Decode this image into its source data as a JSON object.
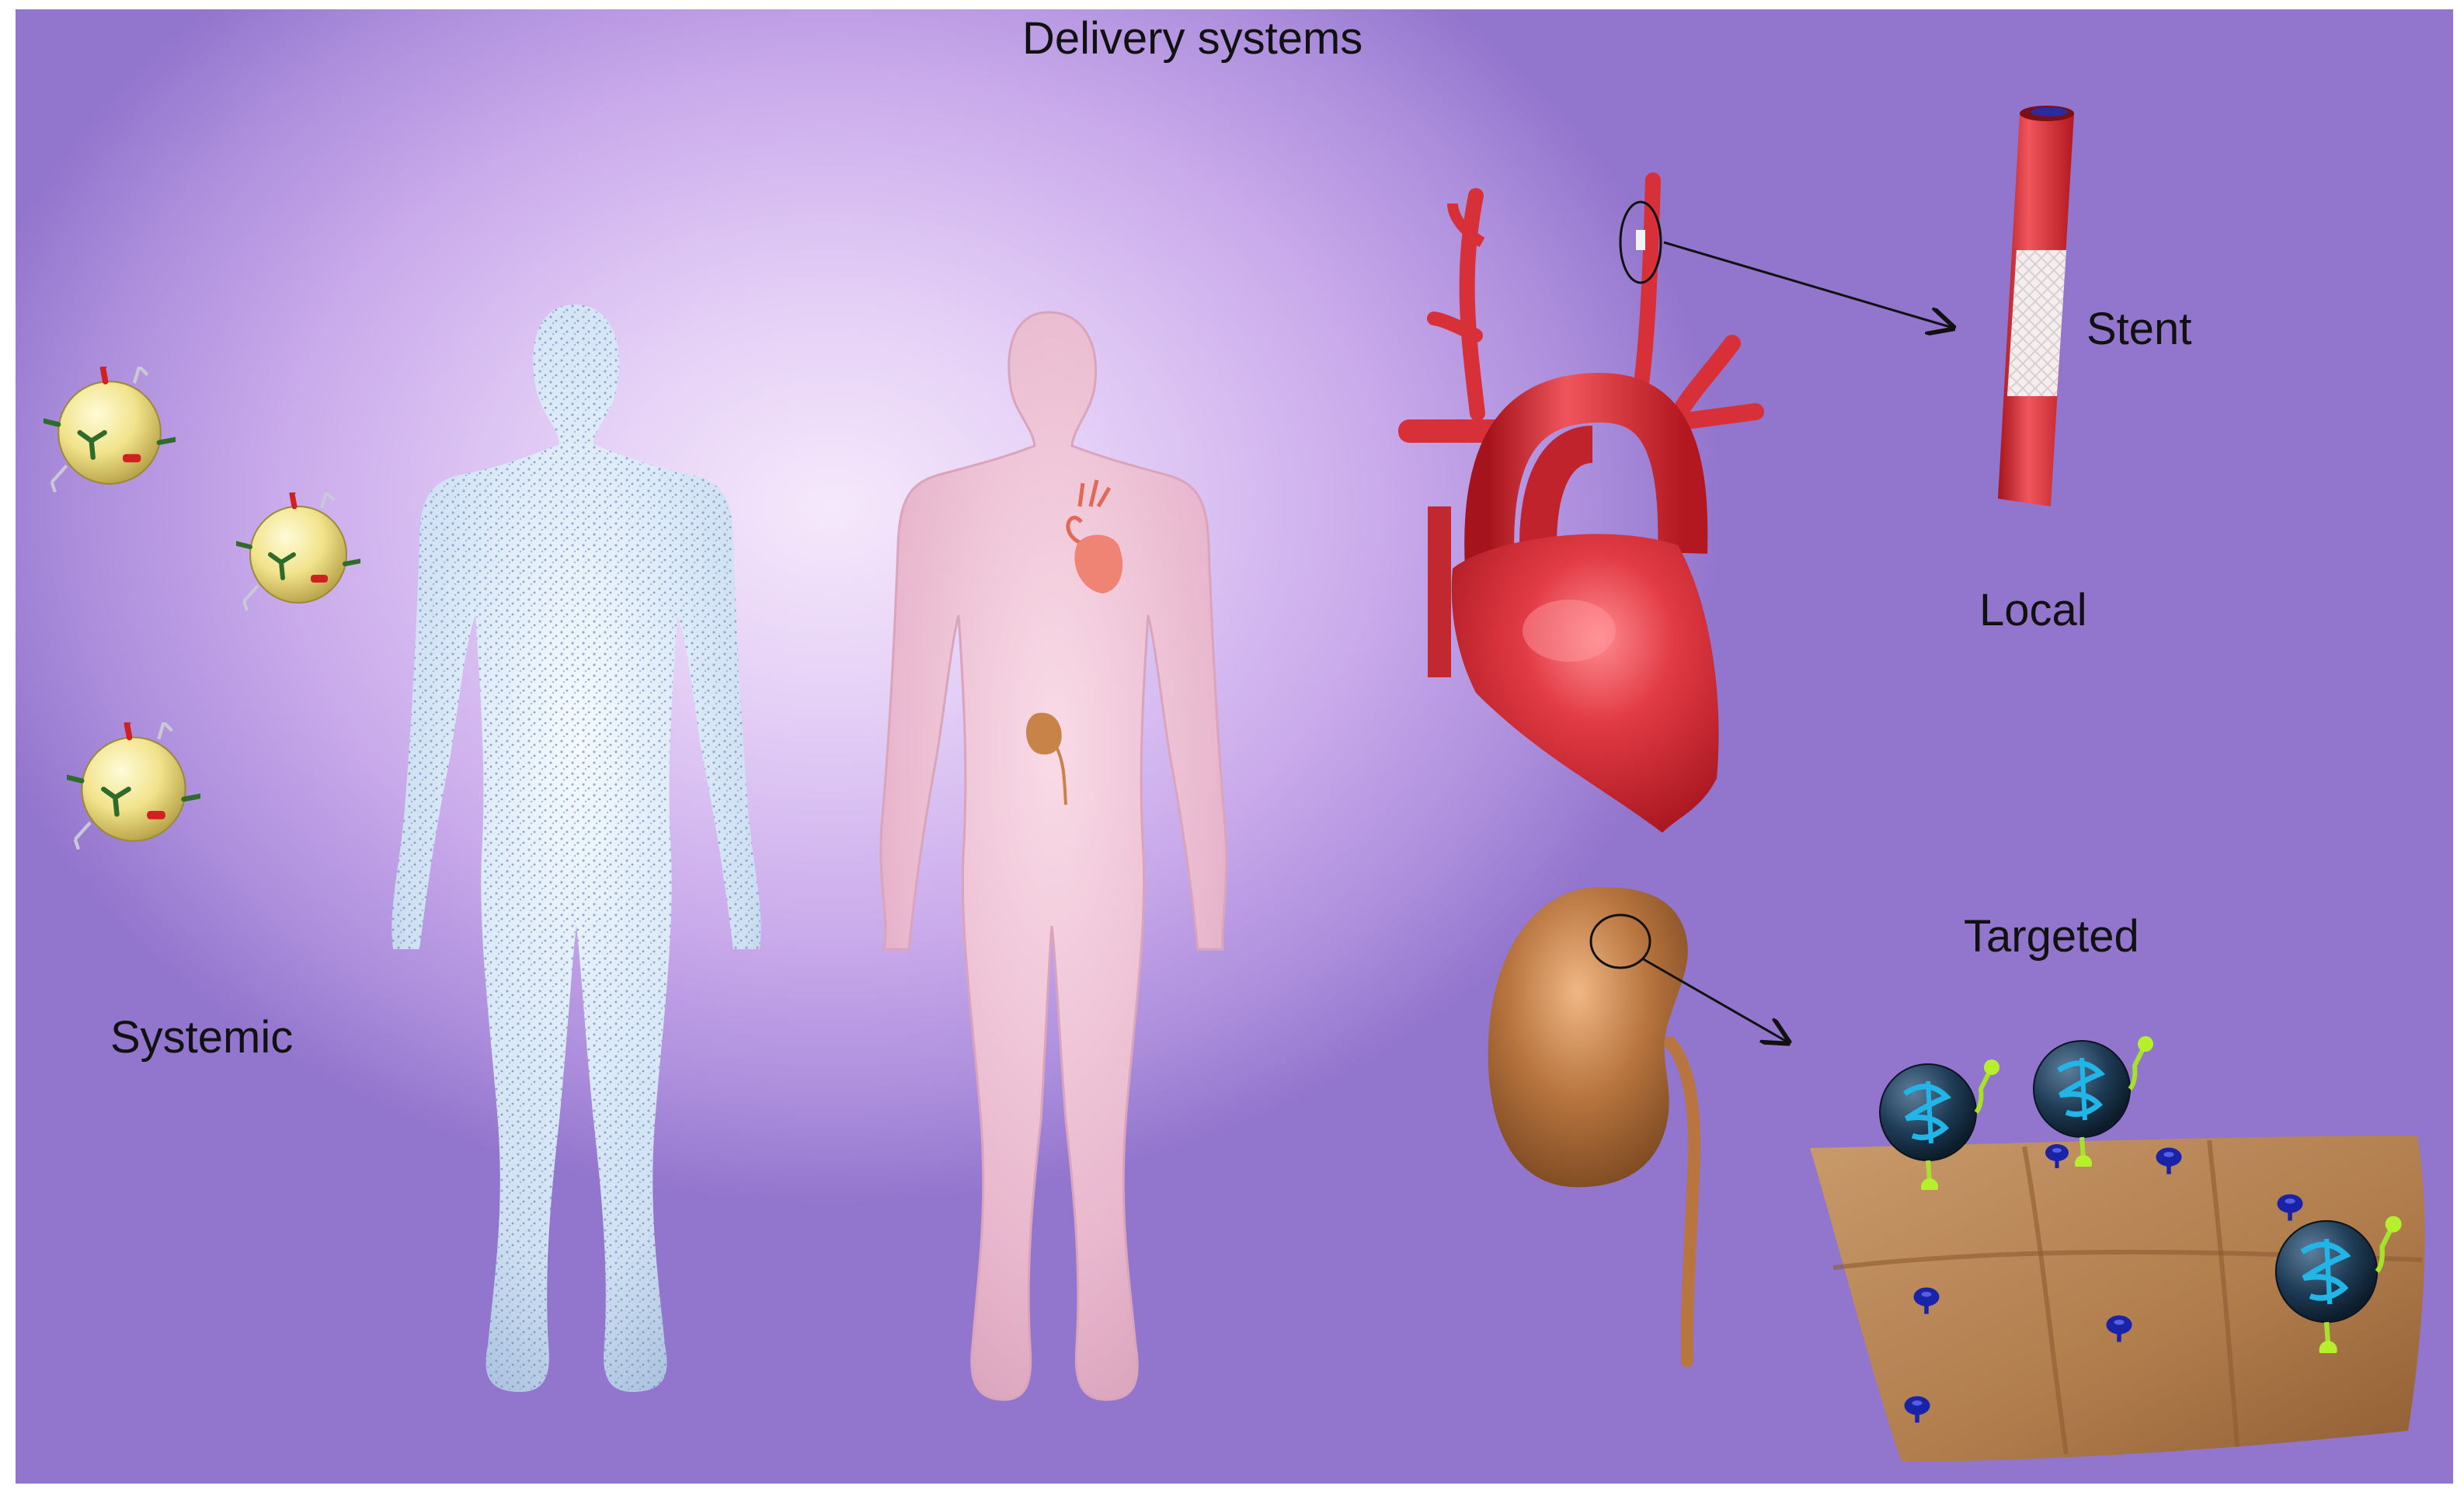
{
  "title": "Delivery systems",
  "labels": {
    "systemic": "Systemic",
    "local": "Local",
    "stent": "Stent",
    "targeted": "Targeted"
  },
  "colors": {
    "background": "#c9aaeb",
    "nanoparticle": "#f1e38a",
    "heart": "#e23b45",
    "kidney": "#b8753f",
    "tissue": "#b98a5f",
    "receptor": "#1a22a8",
    "ligand": "#a6e22c",
    "carrier": "#1e3b55"
  },
  "icons": [
    "nanoparticle-icon",
    "body-particles-icon",
    "body-organs-icon",
    "heart-icon",
    "stent-vessel-icon",
    "kidney-icon",
    "targeted-tissue-icon"
  ]
}
